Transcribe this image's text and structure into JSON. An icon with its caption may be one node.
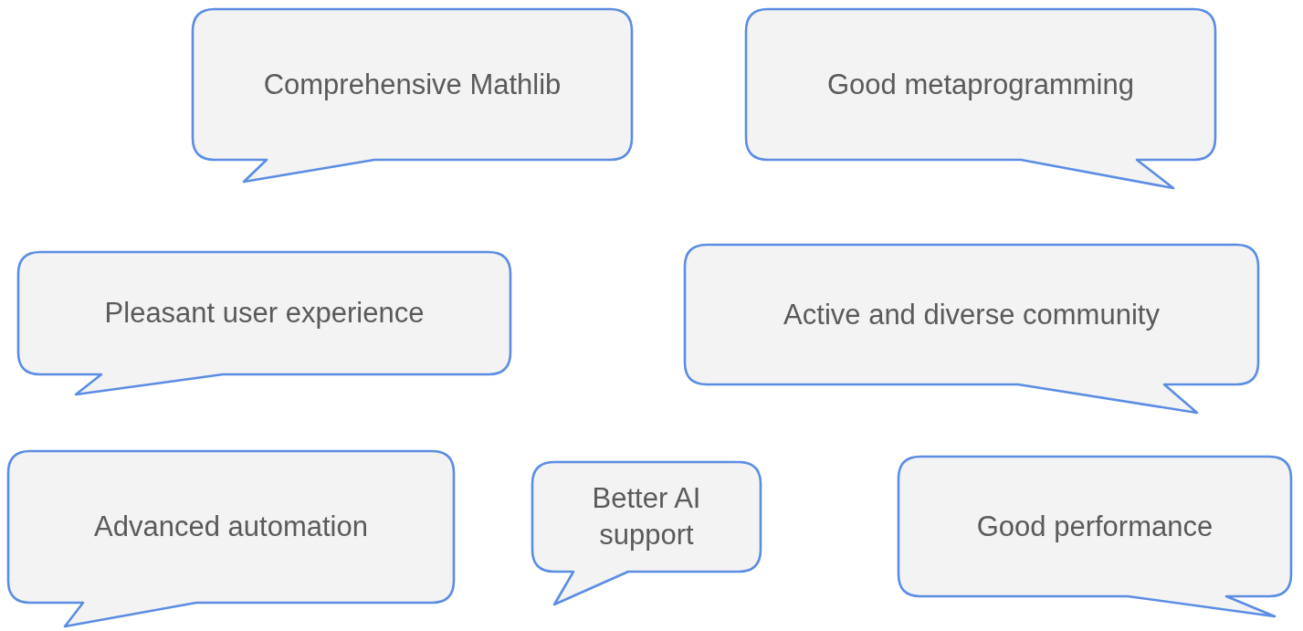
{
  "diagram": {
    "nodes": [
      {
        "text": [
          "Comprehensive Mathlib"
        ]
      },
      {
        "text": [
          "Good metaprogramming"
        ]
      },
      {
        "text": [
          "Pleasant user experience"
        ]
      },
      {
        "text": [
          "Active and diverse community"
        ]
      },
      {
        "text": [
          "Advanced automation"
        ]
      },
      {
        "text": [
          "Better AI support"
        ]
      },
      {
        "text": [
          "Good performance"
        ]
      }
    ]
  }
}
